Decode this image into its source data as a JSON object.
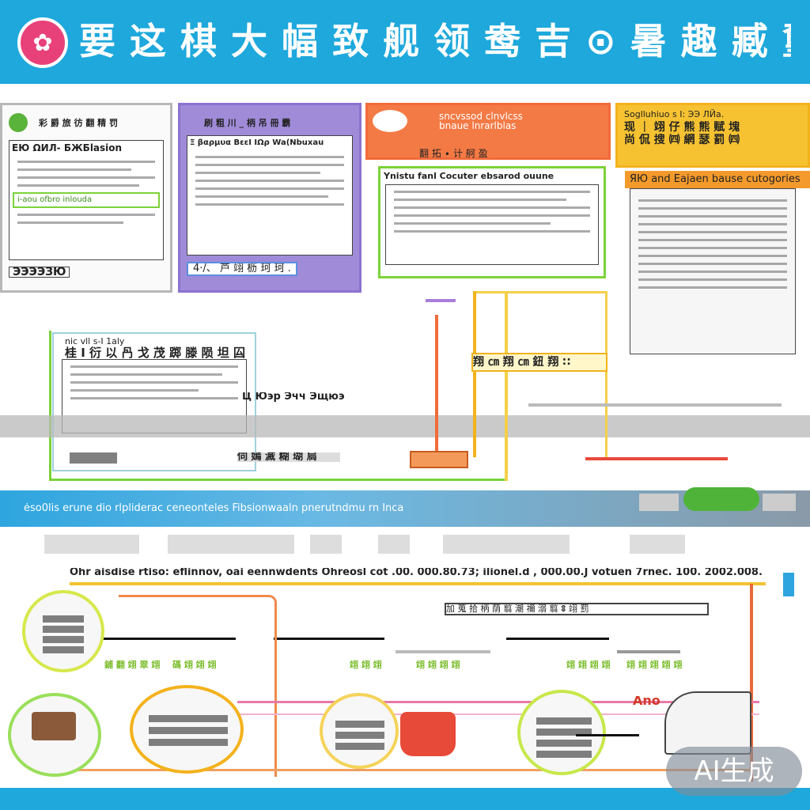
{
  "header": {
    "logo_glyph": "✿",
    "title": "要 这 棋 大 幅 致 舰 领 鸯 吉 ⊙ 暑 趣 臧 璽"
  },
  "top_panels": [
    {
      "title": "彩 爵 旅 彷 翻 精 罚",
      "subtitle": "ЕЮ ΩИЛ- БЖБlasion",
      "highlight": "i-aou ofbro inlouda",
      "footer": "ЭЭЭЭЗЮ"
    },
    {
      "title": "刷 粗 川 _ 柄 吊 冊 霸",
      "subtitle": "Ξ βαρμυα ΒεεΙ ΙΩρ Wa(Nbuxau",
      "footer": "4·/、 芦 翊 枥 珂 珂 ."
    },
    {
      "title": "sncvssod clnvlcss",
      "subtitle": "bnaue  lnrarlblas",
      "meta": "翻 拓 ∙  计 舸 盈",
      "inner_title": "Ynistu fanl  Cocuter ebsarod ouune"
    },
    {
      "title": "Soglluhiuo s I: ЭЭ ЛЙa.",
      "subtitle": "现 ｜ 翊 仔 熊 熊 赋 塊",
      "subtitle2": "尚 侃 搜 ㈣ 網 瑟 罰 ㈣",
      "category": "ЯЮ and Eajaen bause cutogories"
    }
  ],
  "middle": {
    "left_box_title": "nic vll s-I 1aly",
    "left_box_heading": "桂 Ι 衍 以 冎 戈 茂 踯 滕 陨 坦 囜",
    "center_label": "Ц Юэр Эчч Эщюэ",
    "center_footer": "伺 嫣 滅 糊 瑚 扃",
    "yellow_label": "翔 ㎝ 翔 ㎝ 鈕 翔 ∷"
  },
  "band": {
    "text": "ėso0lis erune dio rlpliderac ceneonteles Fibsionwaaln pnerutndmu rn Inca"
  },
  "flow": {
    "caption": "Ohr aisdise rtiso: eflinnov, oai eennwdents Ohreosl cot .00. 000.80.73; ilionel.d , 000.00.J  votuen 7rnec. 100. 2002.008.",
    "stripe_label": "加 蒐 拾 柄 荫 翦 潮 禰 溺 翦 ꗊ 翊 罰",
    "tags": [
      "鋪 翻 翊 翠 翊",
      "碼 翊 翊 翊",
      "翊 翊 翊",
      "翊 翊 翊 翊",
      "翊 翊 翊 翊",
      "翊 翊 翊 翊 翊"
    ],
    "right_label": "Ano"
  },
  "badge": {
    "text": "AI生成"
  },
  "colors": {
    "banner": "#1ea8dc",
    "gray": "#b7b7b7",
    "purple": "#8b72cf",
    "orange": "#f26b3a",
    "gold": "#f3b21c",
    "green": "#7bd23a",
    "red": "#e84a3a"
  }
}
